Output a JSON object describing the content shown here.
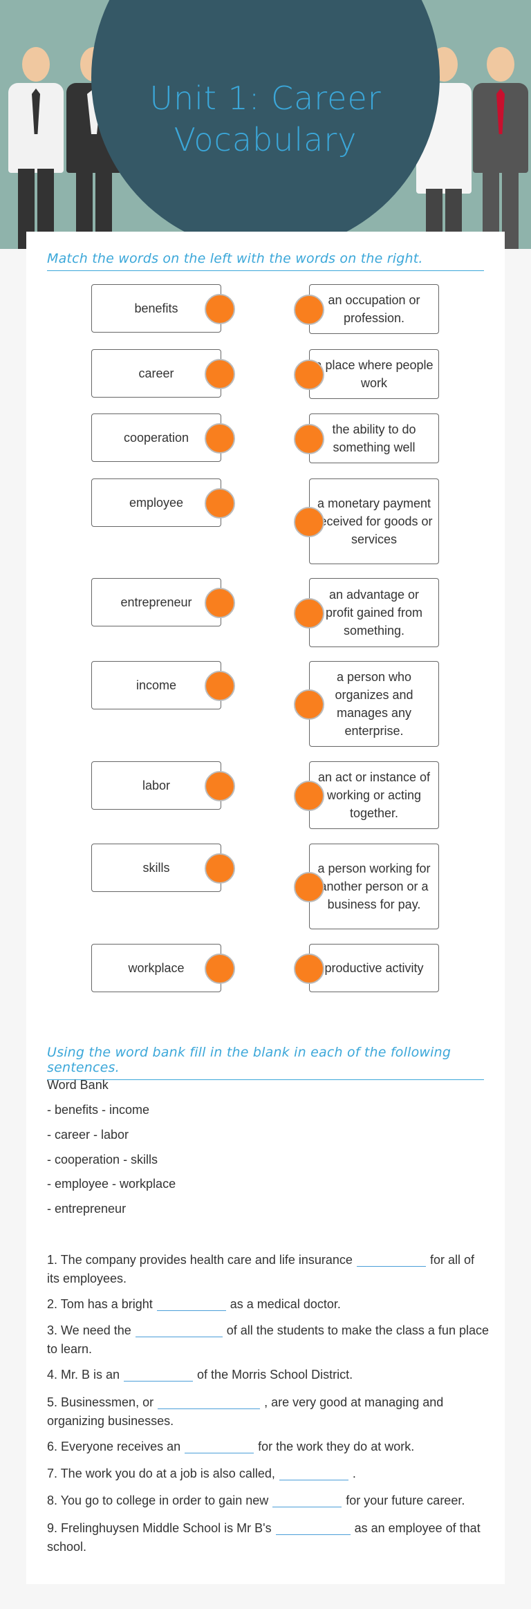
{
  "header": {
    "title": "Unit 1: Career Vocabulary"
  },
  "matching": {
    "instruction": "Match the words on the left with the words on the right.",
    "left": [
      "benefits",
      "career",
      "cooperation",
      "employee",
      "entrepreneur",
      "income",
      "labor",
      "skills",
      "workplace"
    ],
    "right": [
      "an occupation or profession.",
      "a place where people work",
      "the ability to do something well",
      "a monetary payment received for goods or services",
      "an advantage or profit gained from something.",
      "a person who organizes and manages any enterprise.",
      "an act or instance of working or acting together.",
      "a person working for another person or a business for pay.",
      "productive activity"
    ]
  },
  "fill": {
    "instruction": "Using the word bank fill in the blank in each of the following sentences.",
    "word_bank_label": "Word Bank",
    "word_bank": [
      "- benefits - income",
      "- career - labor",
      "- cooperation - skills",
      "- employee - workplace",
      "- entrepreneur"
    ],
    "sentences": [
      {
        "before": "1. The company provides health care and life insurance",
        "after": "for all of its employees."
      },
      {
        "before": "2. Tom has a bright",
        "after": "as a medical doctor."
      },
      {
        "before": "3. We need the",
        "after": "of all the students to make the class a fun place to learn."
      },
      {
        "before": "4. Mr. B is an",
        "after": "of the Morris School District."
      },
      {
        "before": "5. Businessmen, or",
        "after": ", are very good at managing and organizing businesses."
      },
      {
        "before": "6. Everyone receives an",
        "after": "for the work they do at work."
      },
      {
        "before": "7. The work you do at a job is also called,",
        "after": "."
      },
      {
        "before": "8. You go to college in order to gain new",
        "after": "for your future career."
      },
      {
        "before": "9. Frelinghuysen Middle School is Mr B's",
        "after": "as an employee of that school."
      }
    ]
  }
}
